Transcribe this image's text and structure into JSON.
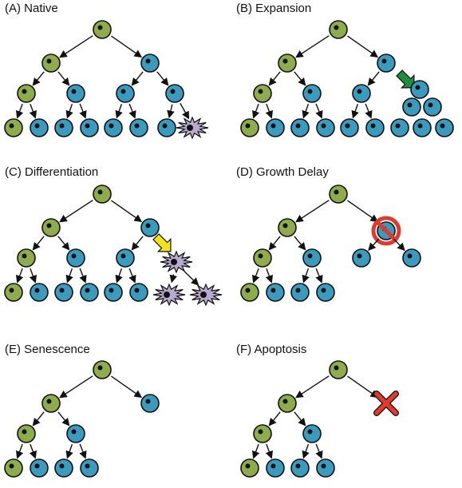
{
  "colors": {
    "stem_fill": "#8eac4c",
    "progenitor_fill": "#3b9bbf",
    "differentiated_fill": "#b9aad2",
    "nucleus": "#111111",
    "outline": "#111111",
    "expansion_arrow": "#1e8e3e",
    "differentiation_arrow": "#f2e21a",
    "inhibition_sign": "#e0392e",
    "apoptosis_mark": "#e0392e"
  },
  "panels": [
    {
      "id": "native",
      "label": "(A) Native",
      "event": "normal lineage hierarchy"
    },
    {
      "id": "expansion",
      "label": "(B) Expansion",
      "event": "expansion-arrow-icon"
    },
    {
      "id": "differentiation",
      "label": "(C) Differentiation",
      "event": "differentiation-arrow-icon"
    },
    {
      "id": "growth-delay",
      "label": "(D) Growth Delay",
      "event": "inhibition-sign-icon"
    },
    {
      "id": "senescence",
      "label": "(E) Senescence",
      "event": "arrested-progenitor"
    },
    {
      "id": "apoptosis",
      "label": "(F) Apoptosis",
      "event": "x-mark-icon"
    }
  ]
}
